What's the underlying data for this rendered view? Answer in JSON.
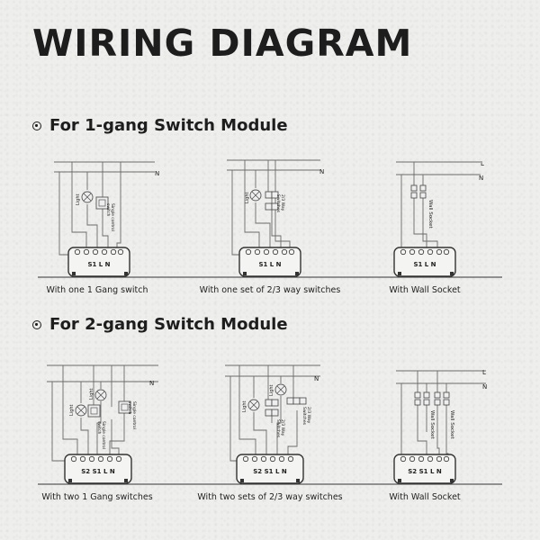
{
  "title": "WIRING DIAGRAM",
  "sections": [
    {
      "title": "For 1-gang Switch Module",
      "panels": [
        {
          "caption": "With one 1 Gang switch",
          "neutral": "N",
          "terminals": "S1 L N",
          "components": [
            "Light",
            "Switch"
          ],
          "labels": [
            "Single control\nswitch"
          ]
        },
        {
          "caption": "With one set of 2/3 way switches",
          "neutral": "N",
          "terminals": "S1 L N",
          "components": [
            "Light",
            "2/3 Way Switches"
          ],
          "labels": [
            "2/3 Way\nSwitches"
          ]
        },
        {
          "caption": "With Wall Socket",
          "live": "L",
          "neutral": "N",
          "terminals": "S1 L N",
          "components": [
            "Wall Socket"
          ],
          "labels": [
            "Wall Socket"
          ]
        }
      ]
    },
    {
      "title": "For 2-gang Switch Module",
      "panels": [
        {
          "caption": "With two 1 Gang switches",
          "neutral": "N",
          "terminals": "S2 S1 L N",
          "components": [
            "Light",
            "Light",
            "Switch",
            "Switch"
          ],
          "labels": [
            "Single control\nswitch",
            "Single control\nswitch"
          ]
        },
        {
          "caption": "With two sets of 2/3 way switches",
          "neutral": "N",
          "terminals": "S2 S1 L N",
          "components": [
            "Light",
            "Light",
            "2/3 Way Switches",
            "2/3 Way Switches"
          ],
          "labels": [
            "2/3 Way\nSwitches",
            "2/3 Way\nSwitches"
          ]
        },
        {
          "caption": "With Wall Socket",
          "live": "L",
          "neutral": "N",
          "terminals": "S2 S1 L N",
          "components": [
            "Wall Socket",
            "Wall Socket"
          ],
          "labels": [
            "Wall Socket",
            "Wall Socket"
          ]
        }
      ]
    }
  ],
  "colors": {
    "ink": "#1d1d1d",
    "line": "#6a6a6a",
    "background": "#eeeeec"
  }
}
